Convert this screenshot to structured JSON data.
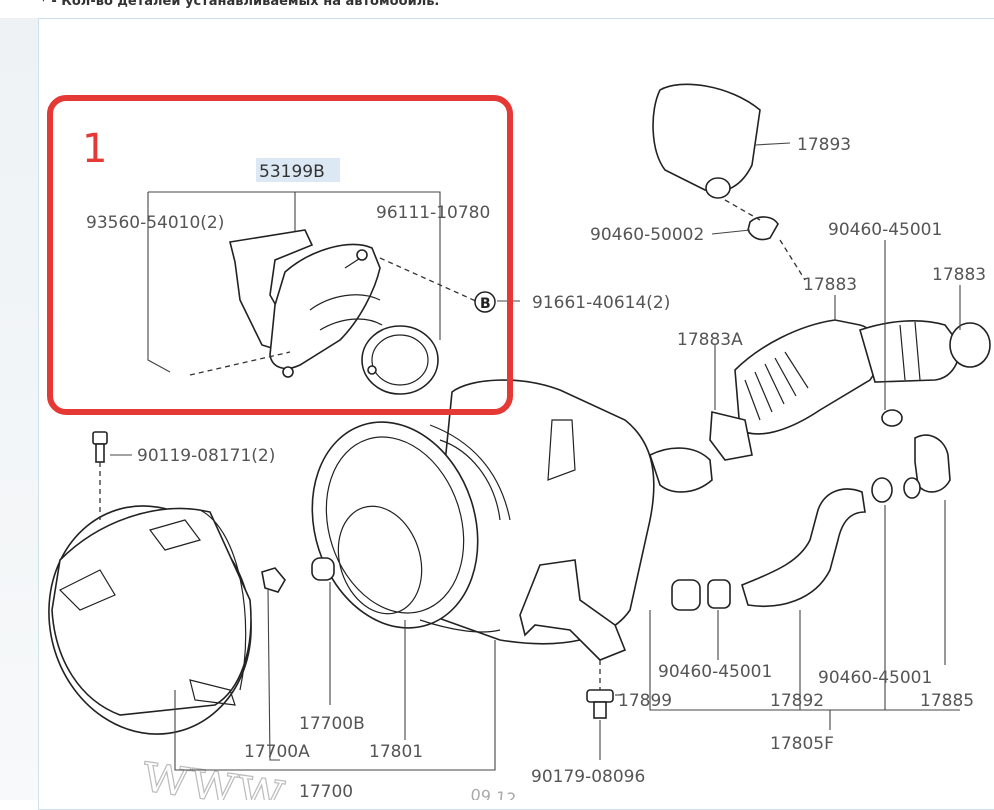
{
  "header": {
    "note": "* - Кол-во деталей устанавливаемых на автомобиль."
  },
  "callout": {
    "number": "1",
    "color": "#e53935"
  },
  "highlight_color": "#dce9f5",
  "parts": {
    "p53199B": "53199B",
    "p93560": "93560-54010(2)",
    "p96111": "96111-10780",
    "p91661": "91661-40614(2)",
    "p17893": "17893",
    "p90460_50002": "90460-50002",
    "p90460_45001_a": "90460-45001",
    "p17883_a": "17883",
    "p17883_b": "17883",
    "p17883A": "17883A",
    "p90119": "90119-08171(2)",
    "p17700B": "17700B",
    "p17700A": "17700A",
    "p17801": "17801",
    "p17700": "17700",
    "p17899": "17899",
    "p90460_45001_b": "90460-45001",
    "p90460_45001_c": "90460-45001",
    "p17892": "17892",
    "p17885": "17885",
    "p17805F": "17805F",
    "p90179": "90179-08096"
  },
  "bolt_marker": "B",
  "watermark": "www",
  "date_stamp": "09 12"
}
